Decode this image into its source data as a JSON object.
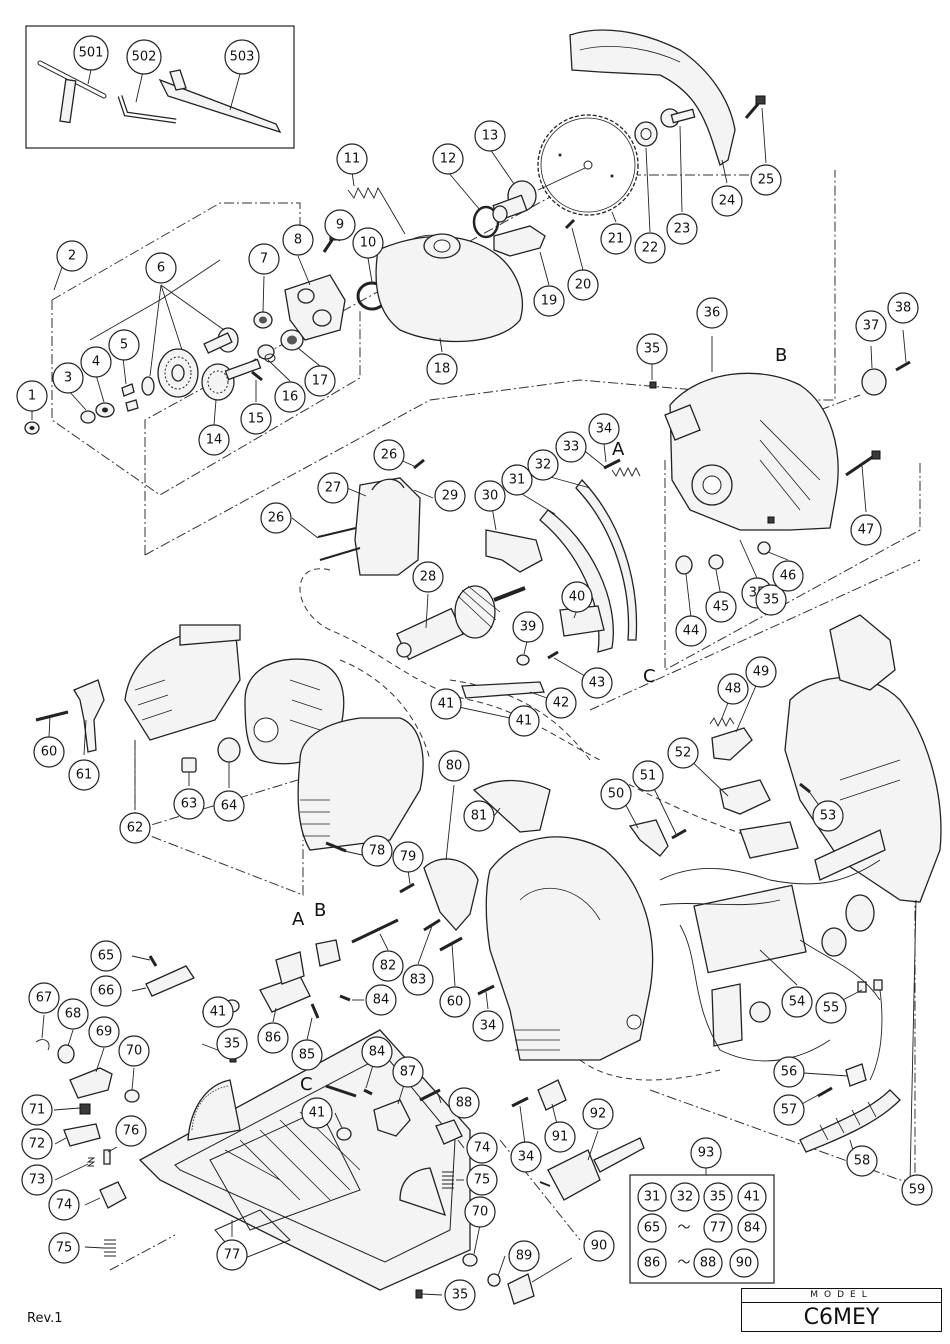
{
  "diagram": {
    "callouts": [
      "501",
      "502",
      "503",
      "1",
      "2",
      "3",
      "4",
      "5",
      "6",
      "7",
      "8",
      "9",
      "10",
      "11",
      "12",
      "13",
      "14",
      "15",
      "16",
      "17",
      "18",
      "19",
      "20",
      "21",
      "22",
      "23",
      "24",
      "25",
      "26",
      "26",
      "27",
      "28",
      "29",
      "30",
      "31",
      "32",
      "33",
      "34",
      "34",
      "34",
      "35",
      "35",
      "35",
      "35",
      "35",
      "36",
      "37",
      "38",
      "39",
      "40",
      "41",
      "41",
      "41",
      "41",
      "42",
      "43",
      "44",
      "45",
      "46",
      "47",
      "48",
      "49",
      "50",
      "51",
      "52",
      "53",
      "54",
      "55",
      "56",
      "57",
      "58",
      "59",
      "60",
      "60",
      "61",
      "62",
      "63",
      "64",
      "65",
      "66",
      "67",
      "68",
      "69",
      "70",
      "70",
      "71",
      "72",
      "73",
      "74",
      "74",
      "75",
      "75",
      "76",
      "77",
      "78",
      "79",
      "80",
      "81",
      "82",
      "83",
      "84",
      "84",
      "85",
      "86",
      "87",
      "88",
      "89",
      "90",
      "91",
      "92",
      "93"
    ],
    "reference_letters": [
      "A",
      "B",
      "A",
      "B",
      "C",
      "C"
    ],
    "kit": {
      "number": "93",
      "items": [
        "31",
        "32",
        "35",
        "41",
        "65",
        "77",
        "84",
        "86",
        "88",
        "90"
      ],
      "range_symbol": "～"
    }
  },
  "footer": {
    "revision": "Rev.1",
    "model_caption": "MODEL",
    "model_name": "C6MEY"
  }
}
